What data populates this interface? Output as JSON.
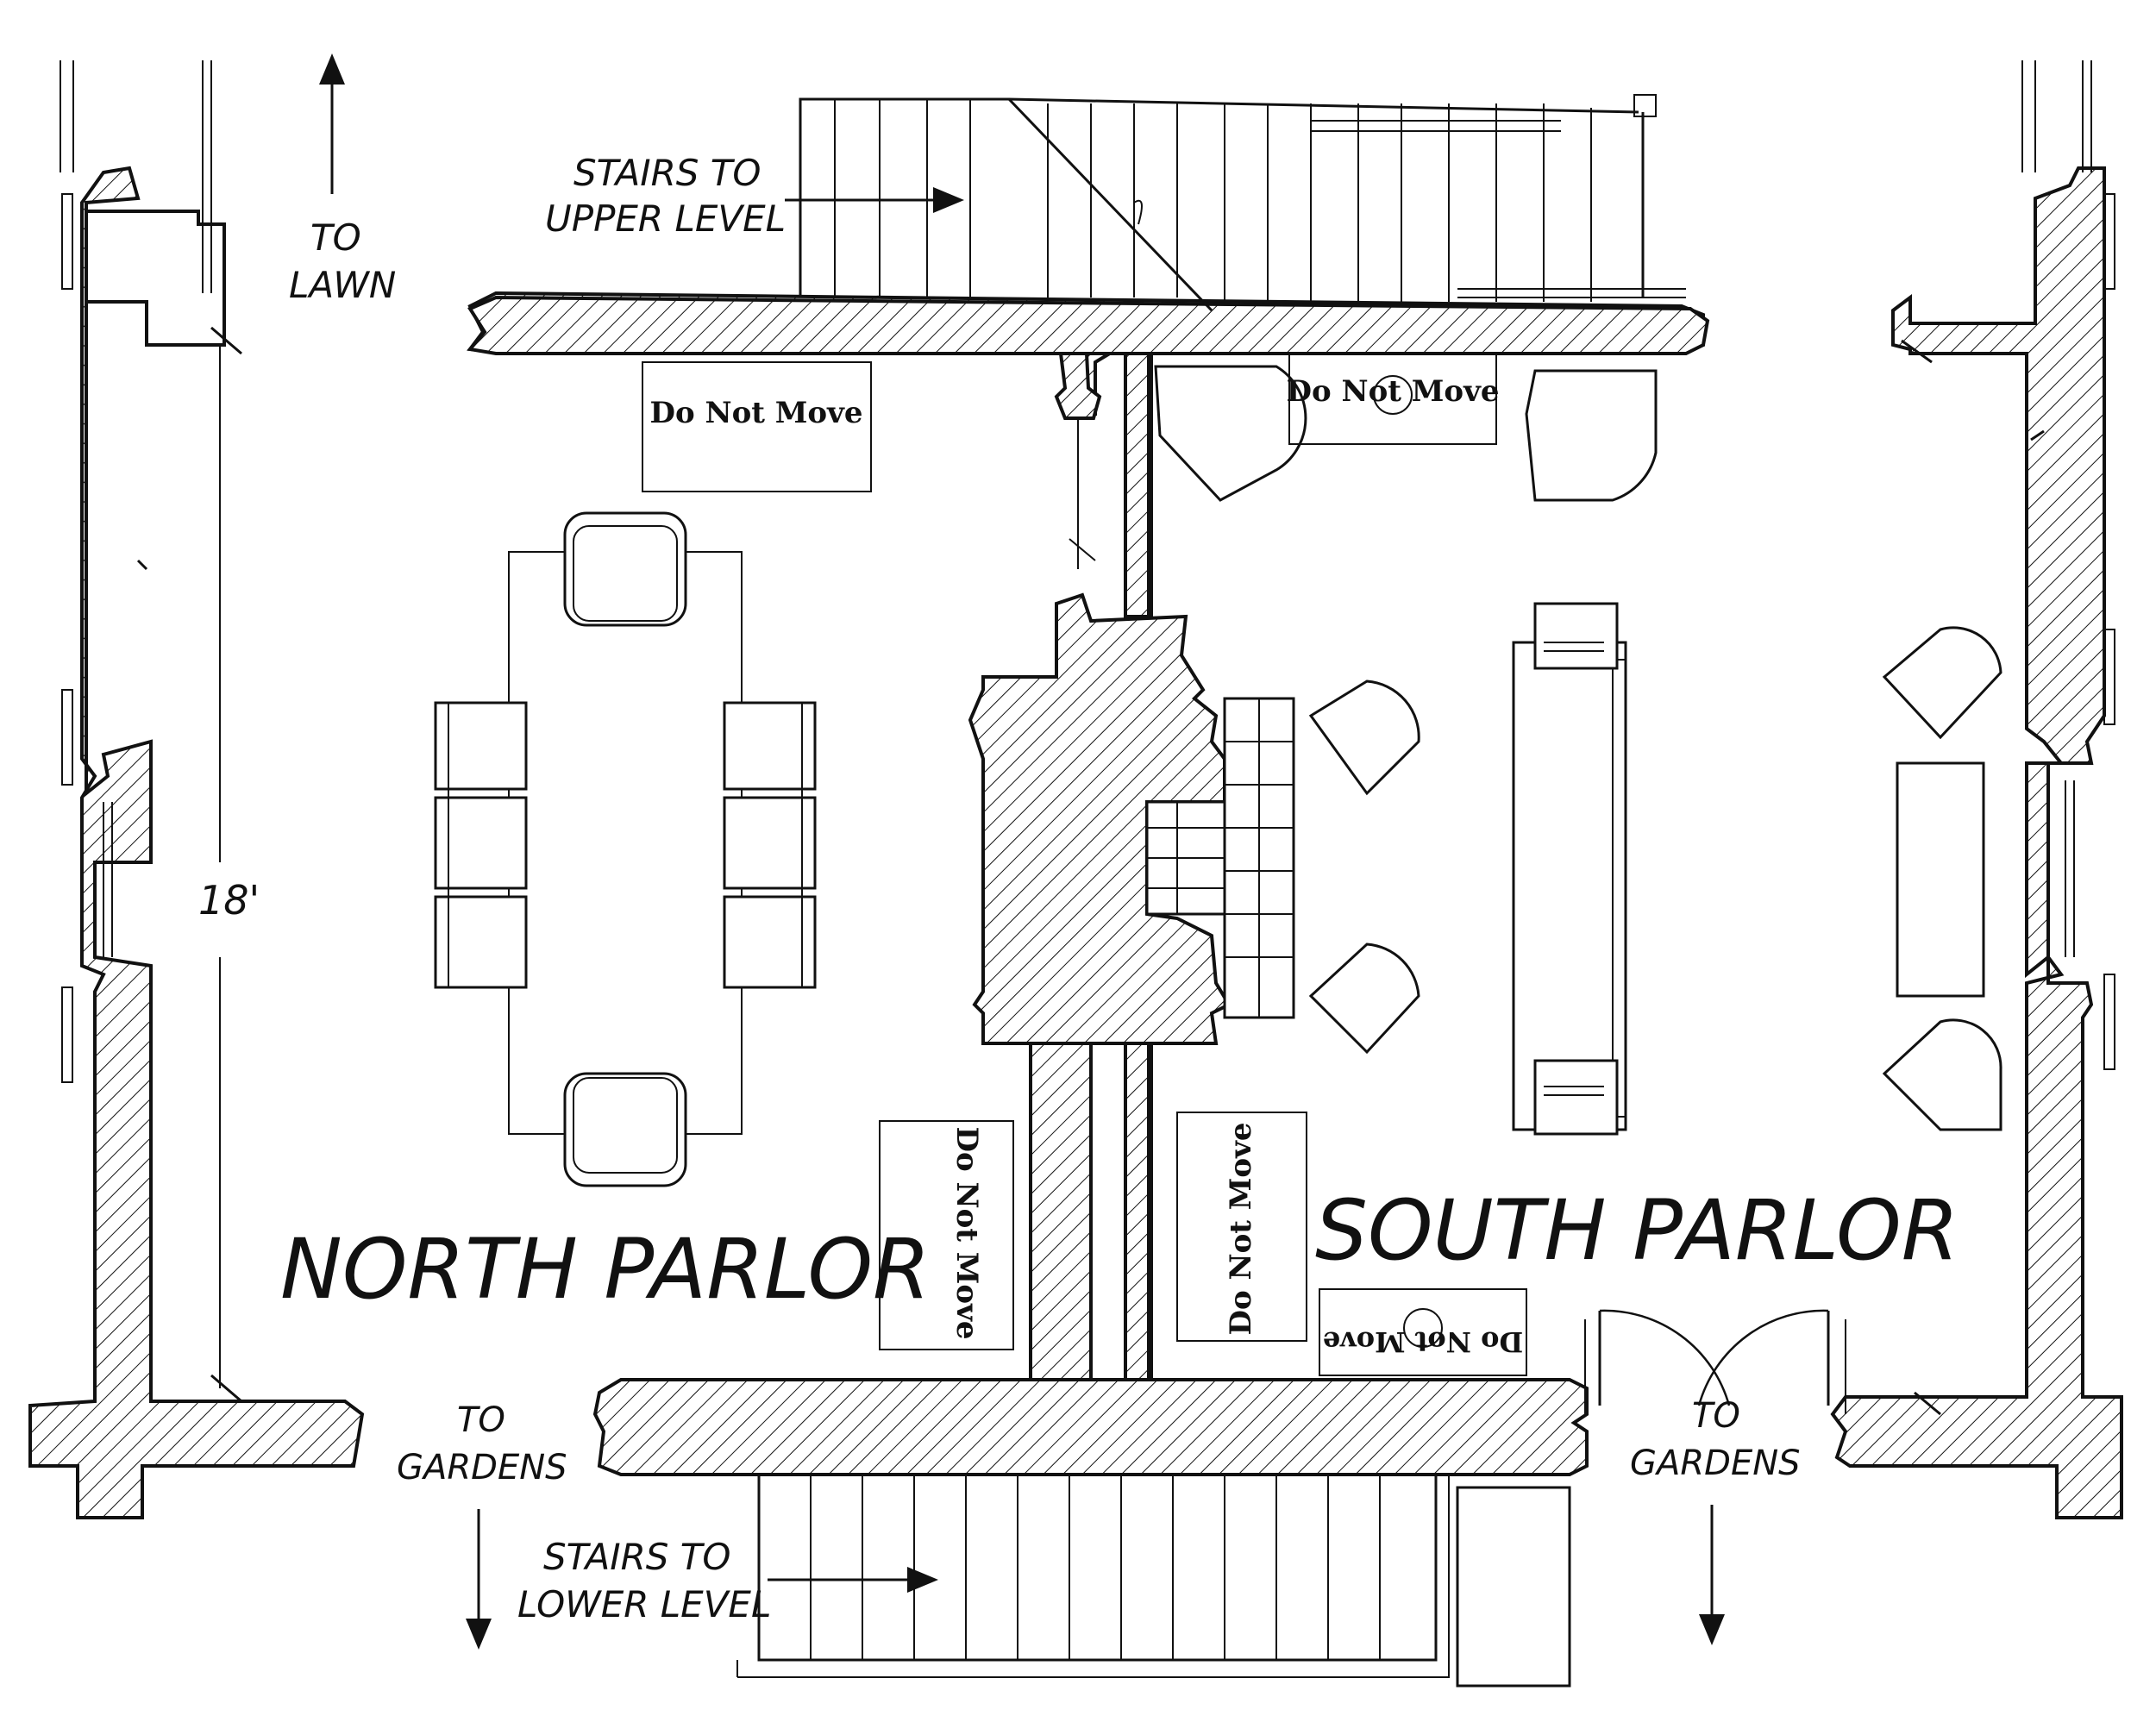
{
  "labels": {
    "stairs_up_line1": "STAIRS TO",
    "stairs_up_line2": "UPPER LEVEL",
    "to_lawn_line1": "TO",
    "to_lawn_line2": "LAWN",
    "dimension": "18'",
    "north_parlor": "NORTH PARLOR",
    "south_parlor": "SOUTH PARLOR",
    "to_gardens_left_line1": "TO",
    "to_gardens_left_line2": "GARDENS",
    "to_gardens_right_line1": "TO",
    "to_gardens_right_line2": "GARDENS",
    "stairs_down_line1": "STAIRS TO",
    "stairs_down_line2": "LOWER LEVEL"
  },
  "signs": {
    "north_top": "Do Not Move",
    "south_top": "Do Not Move",
    "north_bottom": "Do Not Move",
    "south_left": "Do Not Move",
    "south_bottom": "Do Not Move"
  }
}
